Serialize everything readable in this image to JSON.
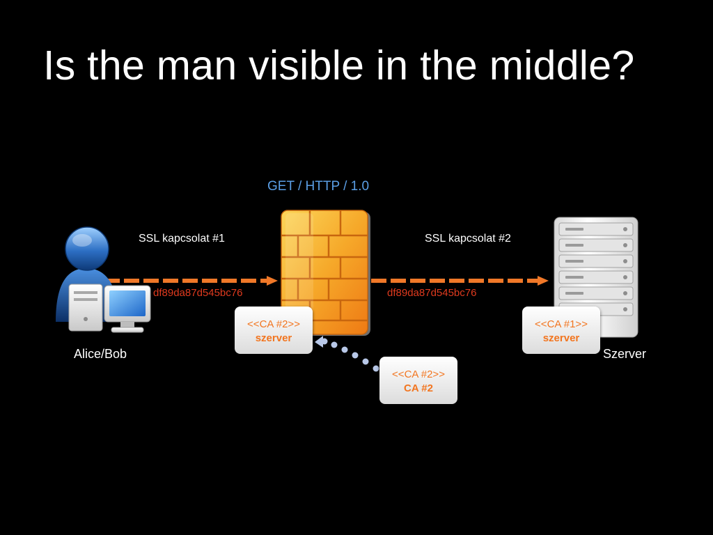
{
  "slide": {
    "title": "Is the man visible in the middle?"
  },
  "diagram": {
    "request_label": "GET / HTTP / 1.0",
    "client": {
      "label": "Alice/Bob",
      "icon": "user-computer-icon"
    },
    "firewall": {
      "icon": "firewall-icon"
    },
    "server": {
      "label": "Szerver",
      "icon": "server-icon"
    },
    "link1": {
      "label": "SSL kapcsolat #1",
      "fingerprint": "df89da87d545bc76"
    },
    "link2": {
      "label": "SSL kapcsolat #2",
      "fingerprint": "df89da87d545bc76"
    },
    "cert_firewall": {
      "issuer": "<<CA #2>>",
      "subject": "szerver"
    },
    "cert_server": {
      "issuer": "<<CA #1>>",
      "subject": "szerver"
    },
    "cert_ca": {
      "issuer": "<<CA #2>>",
      "subject": "CA #2"
    },
    "colors": {
      "arrow": "#f07828",
      "fingerprint": "#e03a1e",
      "request": "#5b9fe6",
      "dots": "#b8c8e8",
      "firewall": "#f5a623",
      "certificate_text": "#f2751f"
    }
  }
}
